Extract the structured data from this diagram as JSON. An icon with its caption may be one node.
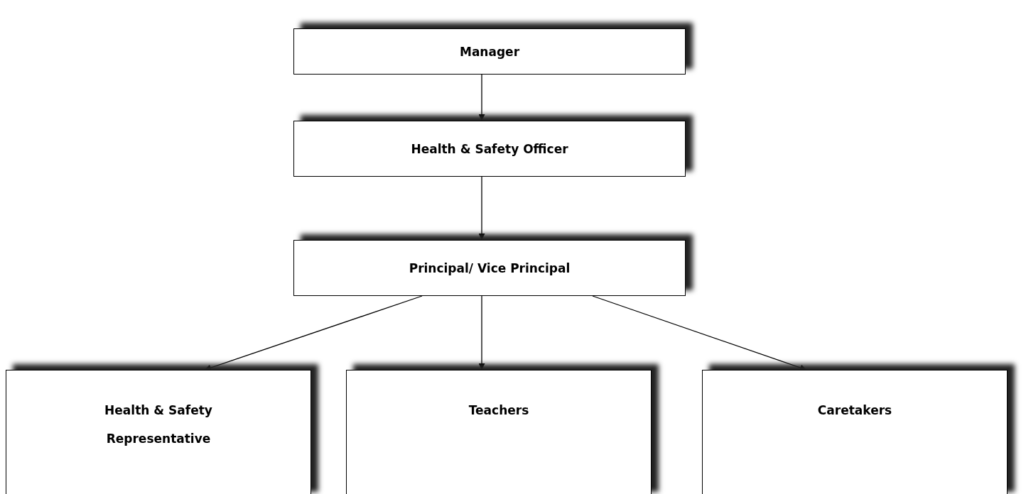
{
  "diagram": {
    "nodes": [
      {
        "text": [
          "Manager"
        ]
      },
      {
        "text": [
          "Health & Safety Officer"
        ]
      },
      {
        "text": [
          "Principal/ Vice Principal"
        ]
      },
      {
        "text": [
          "Health & Safety Representative"
        ]
      },
      {
        "text": [
          "Teachers"
        ]
      },
      {
        "text": [
          "Caretakers"
        ]
      }
    ],
    "edges": [
      {
        "from": 0,
        "to": 1,
        "arrow": "to"
      },
      {
        "from": 1,
        "to": 2,
        "arrow": "to"
      },
      {
        "from": 2,
        "to": 3,
        "arrow": "to"
      },
      {
        "from": 2,
        "to": 4,
        "arrow": "to"
      },
      {
        "from": 2,
        "to": 5,
        "arrow": "to"
      }
    ]
  }
}
